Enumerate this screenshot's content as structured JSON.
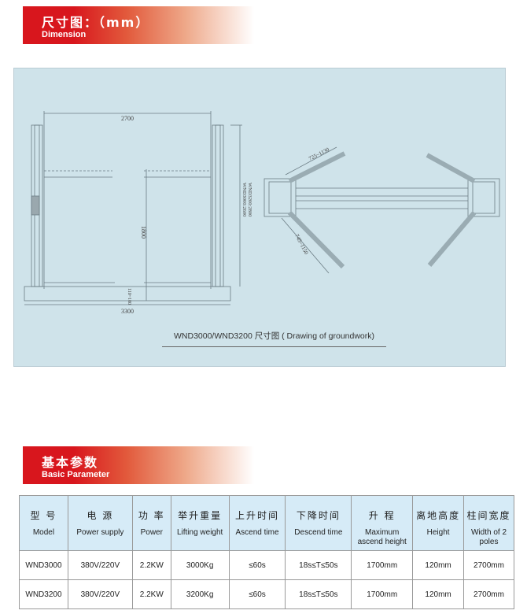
{
  "dimension_banner": {
    "title_cn": "尺寸图：（mm）",
    "title_en": "Dimension"
  },
  "drawing": {
    "caption": "WND3000/WND3200 尺寸图 ( Drawing of groundwork)",
    "front_view": {
      "width_between_poles": "2700",
      "overall_width": "3300",
      "max_height": "1800",
      "pole_height_a": "WND3000:2600",
      "pole_height_b": "WND3200:2800",
      "ground_clearance": "110~180"
    },
    "top_view": {
      "short_arm": "725~1130",
      "long_arm": "745~1150"
    }
  },
  "param_banner": {
    "title_cn": "基本参数",
    "title_en": "Basic Parameter"
  },
  "table": {
    "headers": [
      {
        "cn": "型 号",
        "en": "Model"
      },
      {
        "cn": "电 源",
        "en": "Power supply"
      },
      {
        "cn": "功 率",
        "en": "Power"
      },
      {
        "cn": "举升重量",
        "en": "Lifting weight"
      },
      {
        "cn": "上升时间",
        "en": "Ascend time"
      },
      {
        "cn": "下降时间",
        "en": "Descend time"
      },
      {
        "cn": "升 程",
        "en": "Maximum ascend height"
      },
      {
        "cn": "离地高度",
        "en": "Height"
      },
      {
        "cn": "柱间宽度",
        "en": "Width of 2 poles"
      }
    ],
    "rows": [
      [
        "WND3000",
        "380V/220V",
        "2.2KW",
        "3000Kg",
        "≤60s",
        "18s≤T≤50s",
        "1700mm",
        "120mm",
        "2700mm"
      ],
      [
        "WND3200",
        "380V/220V",
        "2.2KW",
        "3200Kg",
        "≤60s",
        "18s≤T≤50s",
        "1700mm",
        "120mm",
        "2700mm"
      ]
    ]
  }
}
